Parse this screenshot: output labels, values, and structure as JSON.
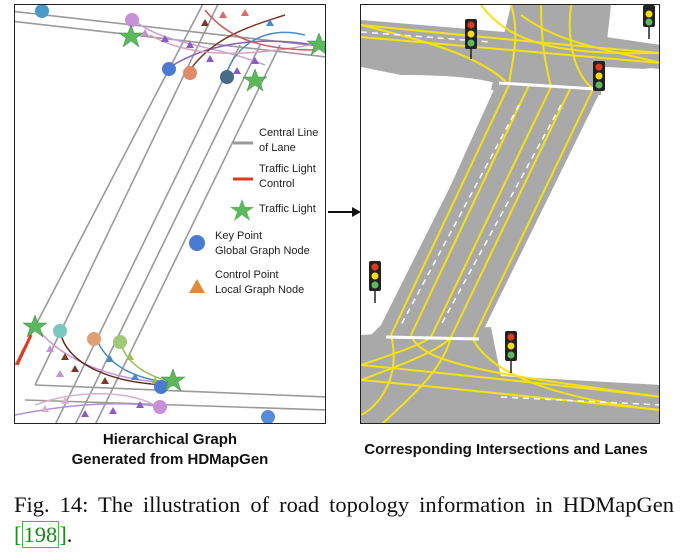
{
  "left_panel": {
    "legend": {
      "central_line": [
        "Central Line",
        "of Lane"
      ],
      "traffic_light_control": [
        "Traffic Light",
        "Control"
      ],
      "traffic_light": [
        "Traffic Light"
      ],
      "key_point": [
        "Key Point",
        "Global Graph Node"
      ],
      "control_point": [
        "Control Point",
        "Local Graph Node"
      ]
    },
    "caption_lines": [
      "Hierarchical Graph",
      "Generated from HDMapGen"
    ]
  },
  "right_panel": {
    "caption": "Corresponding Intersections and Lanes"
  },
  "figure_caption": {
    "prefix": "Fig. 14: The illustration of road topology information in HDMapGen ",
    "ref_text": "198",
    "suffix": "."
  },
  "colors": {
    "lane_line": "#9a9a9a",
    "traffic_light_control": "#e03a1e",
    "traffic_light_star": "#5cb85c",
    "key_point": "#4a7bd0",
    "control_point": "#e08a3a",
    "road": "#a9a9a9",
    "lane_marking": "#f5e216",
    "arrow": "#111111"
  }
}
